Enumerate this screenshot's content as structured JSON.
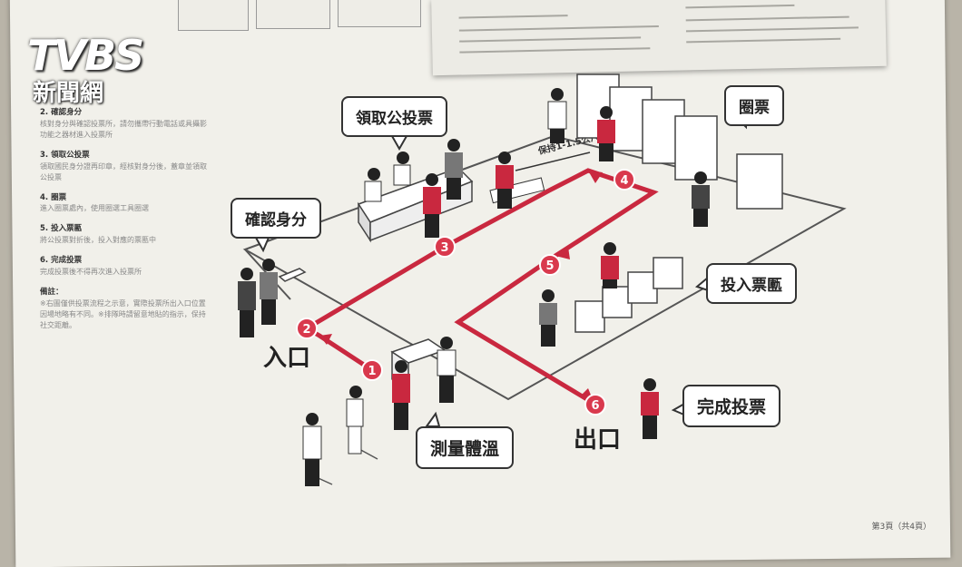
{
  "watermark": {
    "brand": "TVBS",
    "subtitle": "新聞網"
  },
  "sidebar": {
    "items": [
      {
        "heading": "2. 確認身分",
        "text": "核對身分與確認投票所，請勿攜帶行動電話或具攝影功能之器材進入投票所"
      },
      {
        "heading": "3. 領取公投票",
        "text": "領取國民身分證再印章，經核對身分後，蓋章並領取公投票"
      },
      {
        "heading": "4. 圈票",
        "text": "進入圈票處內，使用圈選工具圈選"
      },
      {
        "heading": "5. 投入票匭",
        "text": "將公投票對折後，投入對應的票匭中"
      },
      {
        "heading": "6. 完成投票",
        "text": "完成投票後不得再次進入投票所"
      }
    ],
    "note_heading": "備註：",
    "note_text": "※右圖僅供投票流程之示意，實際投票所出入口位置因場地略有不同。※排隊時請留意地貼的指示，保持社交距離。"
  },
  "steps": [
    {
      "num": "1",
      "label": "測量體溫"
    },
    {
      "num": "2",
      "label": "確認身分"
    },
    {
      "num": "3",
      "label": "領取公投票"
    },
    {
      "num": "4",
      "label": "圈票"
    },
    {
      "num": "5",
      "label": "投入票匭"
    },
    {
      "num": "6",
      "label": "完成投票"
    }
  ],
  "entrance": "入口",
  "exit": "出口",
  "distance_note": "保持1-1.5公尺",
  "colors": {
    "accent": "#c9283f",
    "marker": "#d9394d",
    "ink": "#333333"
  },
  "page_number": "第3頁（共4頁）"
}
